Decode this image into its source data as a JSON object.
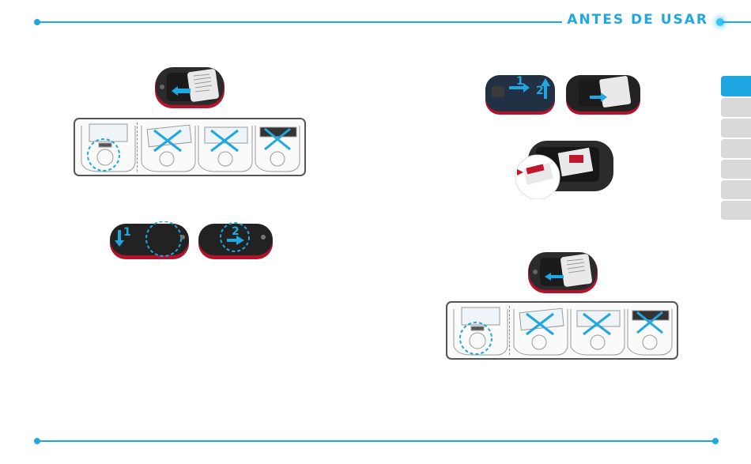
{
  "header": {
    "title": "ANTES DE USAR"
  },
  "colors": {
    "accent": "#1ea7e1",
    "tab_inactive": "#d9d9d9",
    "phone_body": "#2b2b2b",
    "phone_trim": "#b3122c"
  },
  "side_tabs": {
    "count": 7,
    "active_index": 0
  },
  "figures": {
    "left_top_photo": {
      "icon": "battery-removal-illustration"
    },
    "left_panel": {
      "icon": "battery-orientation-panel",
      "bad_marks": 3
    },
    "left_bottom_photo": {
      "icon": "back-cover-slide-illustration",
      "step1_label": "1",
      "step2_label": "2"
    },
    "right_top_photos": {
      "icon": "cover-removal-illustration",
      "step1_label": "1",
      "step2_label": "2"
    },
    "right_sim_photo": {
      "icon": "sim-card-insertion-illustration"
    },
    "right_battery_photo": {
      "icon": "battery-insertion-illustration"
    },
    "right_panel": {
      "icon": "battery-orientation-panel",
      "bad_marks": 3
    }
  }
}
